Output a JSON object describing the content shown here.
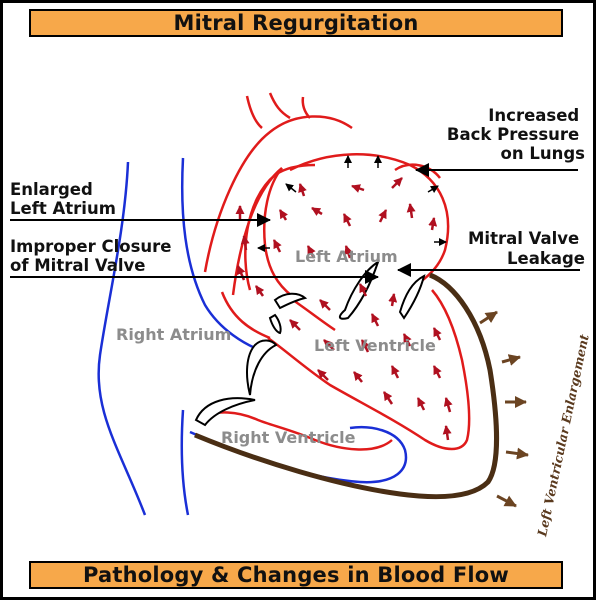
{
  "title": "Mitral Regurgitation",
  "footer": "Pathology & Changes in Blood Flow",
  "labels": {
    "increased_back_pressure": [
      "Increased",
      "Back Pressure",
      "on Lungs"
    ],
    "enlarged_left_atrium": [
      "Enlarged",
      "Left Atrium"
    ],
    "improper_closure": [
      "Improper Closure",
      "of Mitral Valve"
    ],
    "mitral_valve_leakage": [
      "Mitral Valve",
      "Leakage"
    ],
    "left_atrium": "Left Atrium",
    "right_atrium": "Right Atrium",
    "left_ventricle": "Left Ventricle",
    "right_ventricle": "Right Ventricle",
    "left_ventricular_enlargement": "Left Ventricular Enlargement"
  },
  "colors": {
    "banner": "#f7a84a",
    "heart_outline": "#e01b1b",
    "vein": "#1a2fd6",
    "enlargement": "#5a3a1e",
    "chamber_label": "#8c8c8c"
  }
}
